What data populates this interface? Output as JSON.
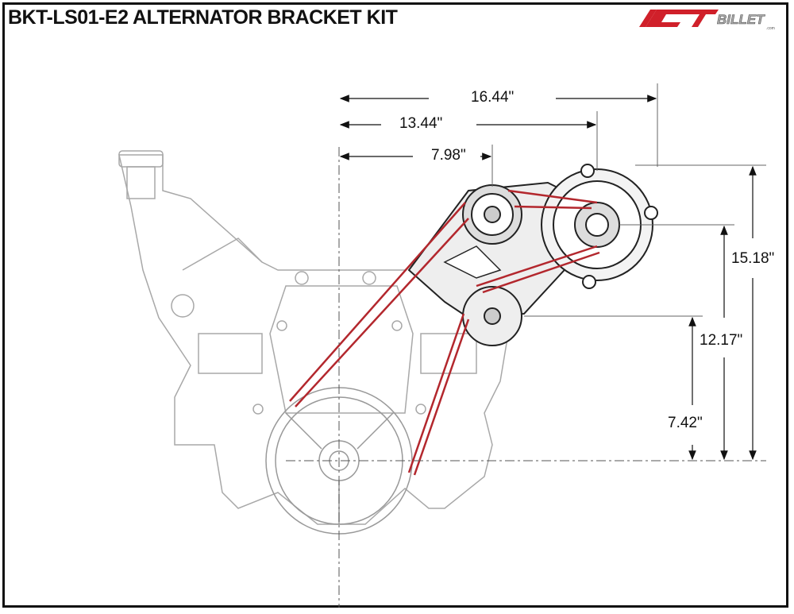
{
  "title": "BKT-LS01-E2 ALTERNATOR BRACKET KIT",
  "logo": {
    "text_red": "ICT",
    "text_gray": "BILLET",
    "sub": ".com"
  },
  "dimensions": {
    "horizontal": [
      "16.44\"",
      "13.44\"",
      "7.98\""
    ],
    "vertical": [
      "15.18\"",
      "12.17\"",
      "7.42\""
    ]
  },
  "colors": {
    "belt": "#b3272d",
    "frame": "#111111",
    "engine_outline": "#9a9a9a",
    "accent": "#d0202a"
  }
}
